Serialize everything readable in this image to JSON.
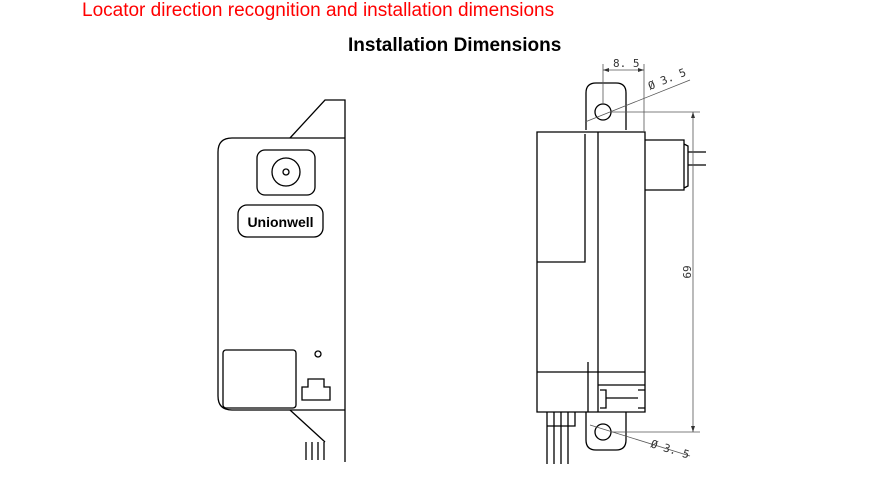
{
  "header": {
    "title": "Locator direction recognition and installation dimensions"
  },
  "figure": {
    "title": "Installation Dimensions",
    "logo_text": "Unionwell",
    "dimensions": {
      "tab_offset": "8. 5",
      "hole_top": "Ø 3. 5",
      "hole_bottom": "Ø 3. 5",
      "hole_spacing": "69"
    },
    "colors": {
      "title": "#ff0000"
    }
  }
}
